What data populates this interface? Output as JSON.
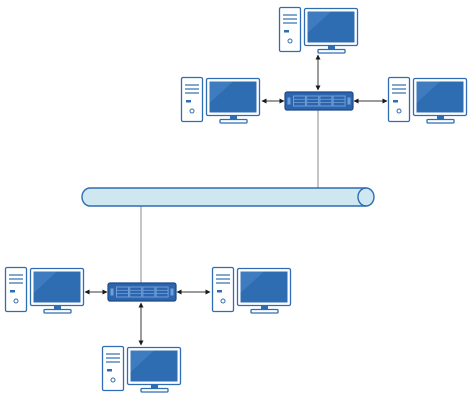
{
  "diagram": {
    "type": "network-topology",
    "colors": {
      "background": "#ffffff",
      "device_outline": "#2f6db3",
      "screen_fill": "#2f6db3",
      "screen_glare": "#5d95d6",
      "tower_fill": "#ffffff",
      "switch_fill": "#2c64ae",
      "switch_border": "#1d4a86",
      "switch_port": "#6f9fd6",
      "backbone_fill": "#cfe7f1",
      "backbone_stroke": "#2f6db3",
      "link": "#3a3a3a",
      "trunk": "#8a8a8a"
    },
    "backbone": {
      "name": "backbone-bus",
      "icon": "cylinder-bus"
    },
    "segments": [
      {
        "name": "top-segment",
        "switch": {
          "name": "switch-top",
          "icon": "network-switch-icon"
        },
        "computers": [
          {
            "name": "computer-top-up",
            "icon": "desktop-computer-icon"
          },
          {
            "name": "computer-top-left",
            "icon": "desktop-computer-icon"
          },
          {
            "name": "computer-top-right",
            "icon": "desktop-computer-icon"
          }
        ]
      },
      {
        "name": "bottom-segment",
        "switch": {
          "name": "switch-bottom",
          "icon": "network-switch-icon"
        },
        "computers": [
          {
            "name": "computer-bottom-left",
            "icon": "desktop-computer-icon"
          },
          {
            "name": "computer-bottom-right",
            "icon": "desktop-computer-icon"
          },
          {
            "name": "computer-bottom-down",
            "icon": "desktop-computer-icon"
          }
        ]
      }
    ]
  }
}
